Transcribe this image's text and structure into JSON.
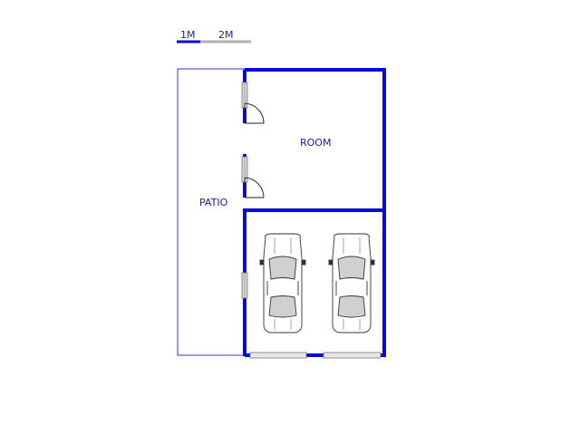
{
  "scale_bar": {
    "label_1": "1M",
    "label_2": "2M"
  },
  "rooms": {
    "room": "ROOM",
    "patio": "PATIO"
  },
  "colors": {
    "wall": "#0a0ad6",
    "thin_line": "#3333cc",
    "label": "#1a1aa6",
    "scale_grey": "#b0b0b0"
  }
}
